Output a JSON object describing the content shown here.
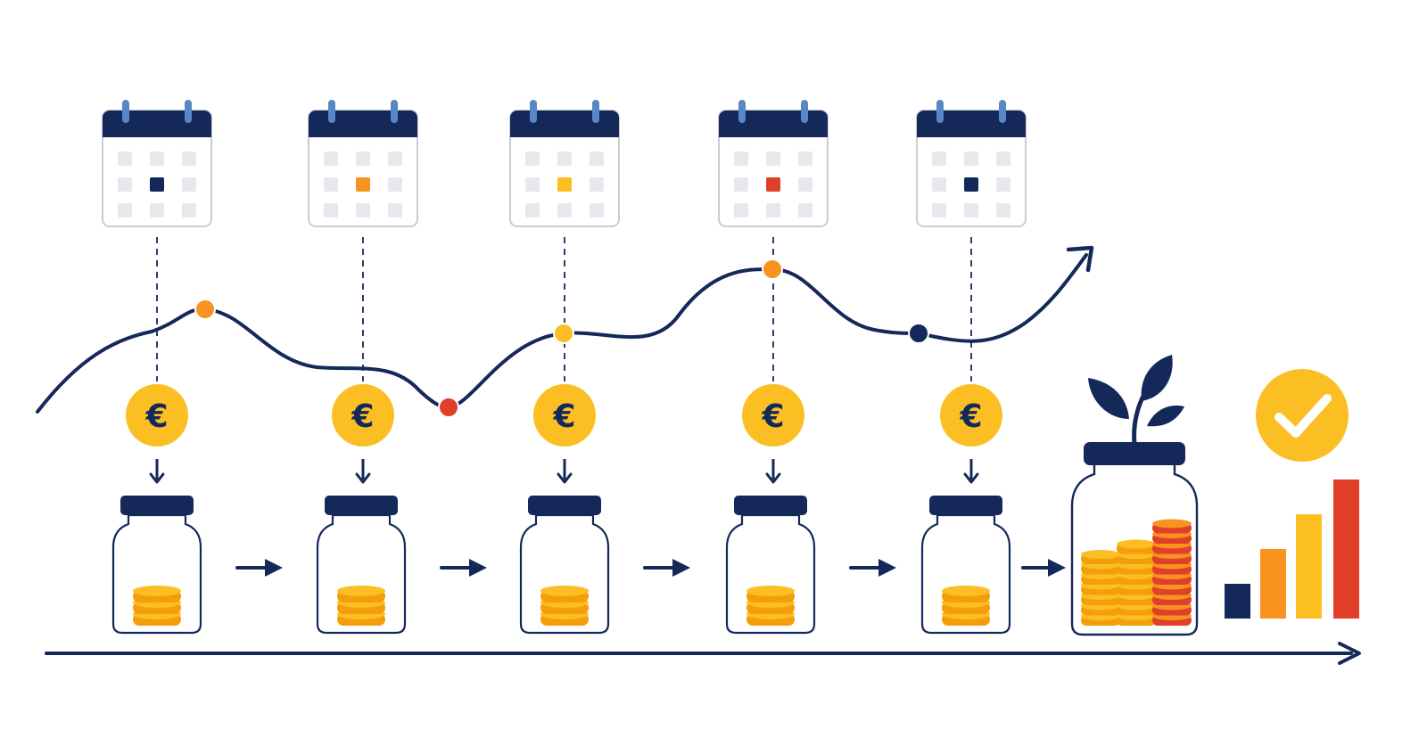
{
  "currency_symbol": "€",
  "colors": {
    "navy": "#14295a",
    "gold": "#fbbf24",
    "gold_dark": "#f59e0b",
    "orange": "#f7931e",
    "red": "#e0402a",
    "light_gray": "#e7e8ee",
    "calendar_border": "#c9ccd6",
    "ring_blue": "#5b86c5",
    "jar_shadow": "#e6e7ec"
  },
  "steps": [
    {
      "marker_color": "navy",
      "curve_point_color": "orange",
      "coin_layers": 3
    },
    {
      "marker_color": "orange",
      "curve_point_color": "red",
      "coin_layers": 3
    },
    {
      "marker_color": "gold",
      "curve_point_color": "gold",
      "coin_layers": 3
    },
    {
      "marker_color": "red",
      "curve_point_color": "orange",
      "coin_layers": 3
    },
    {
      "marker_color": "navy",
      "curve_point_color": "navy",
      "coin_layers": 3
    }
  ],
  "final_jar": {
    "icon": "plant-sprout-icon",
    "stacks": [
      {
        "color": "gold",
        "layers": 7
      },
      {
        "color": "gold",
        "layers": 8
      },
      {
        "color": "orange",
        "layers": 10
      }
    ]
  },
  "growth_bars": [
    {
      "color": "navy",
      "value": 1
    },
    {
      "color": "orange",
      "value": 2
    },
    {
      "color": "gold",
      "value": 3
    },
    {
      "color": "red",
      "value": 4
    }
  ],
  "success_icon": "checkmark-icon"
}
